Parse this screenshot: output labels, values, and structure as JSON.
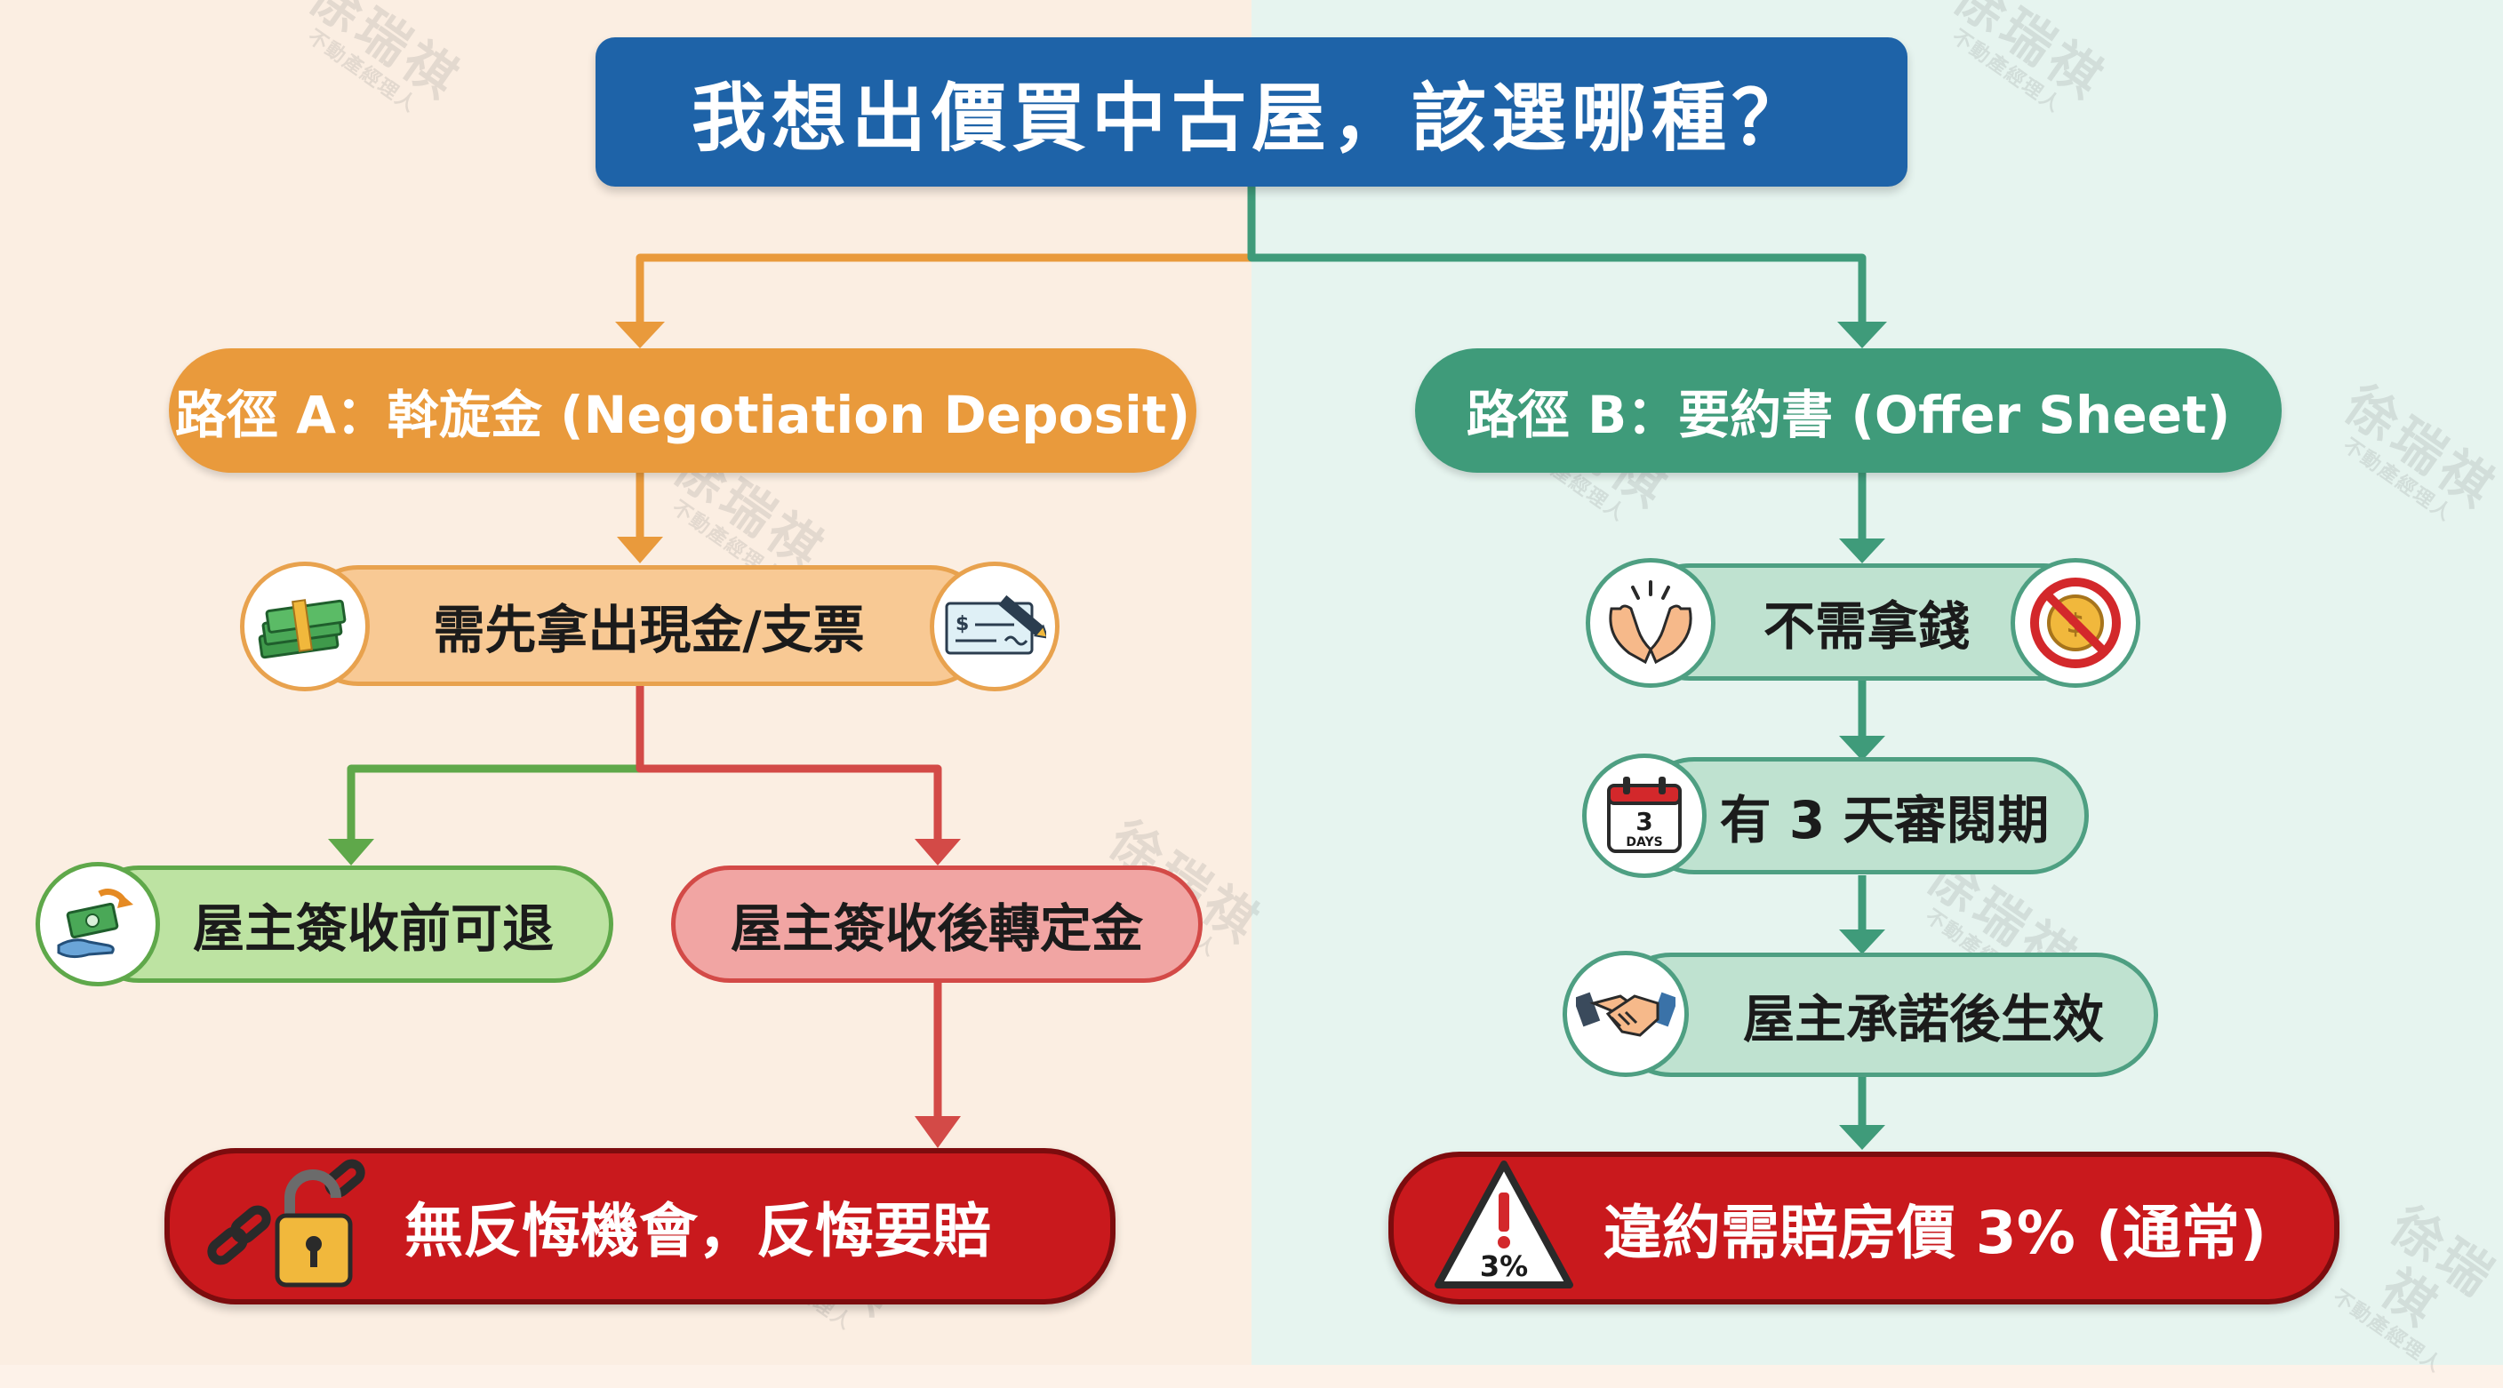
{
  "title": "我想出價買中古屋，該選哪種？",
  "path_a": {
    "header": "路徑 A：斡旋金 (Negotiation Deposit)",
    "step1": "需先拿出現金/支票",
    "branch_refund": "屋主簽收前可退",
    "branch_convert": "屋主簽收後轉定金",
    "result": "無反悔機會，反悔要賠"
  },
  "path_b": {
    "header": "路徑 B：要約書 (Offer Sheet)",
    "step1": "不需拿錢",
    "step2": "有 3 天審閱期",
    "step3": "屋主承諾後生效",
    "result": "違約需賠房價 3% (通常)"
  },
  "icons": {
    "calendar_number": "3",
    "calendar_unit": "DAYS",
    "warning_text": "3%",
    "names": [
      "cash-stack-icon",
      "check-pen-icon",
      "money-hand-return-icon",
      "broken-chain-padlock-icon",
      "open-hands-icon",
      "no-coin-icon",
      "calendar-icon",
      "handshake-icon",
      "warning-triangle-icon"
    ]
  },
  "watermark": {
    "name": "徐瑞祺",
    "subtitle": "不動產經理人"
  },
  "colors": {
    "title_bg": "#1e63a8",
    "path_a": "#e99a3c",
    "path_b": "#3f9b7a",
    "refund": "#5fa84a",
    "convert": "#d34a47",
    "result": "#c9191d"
  }
}
